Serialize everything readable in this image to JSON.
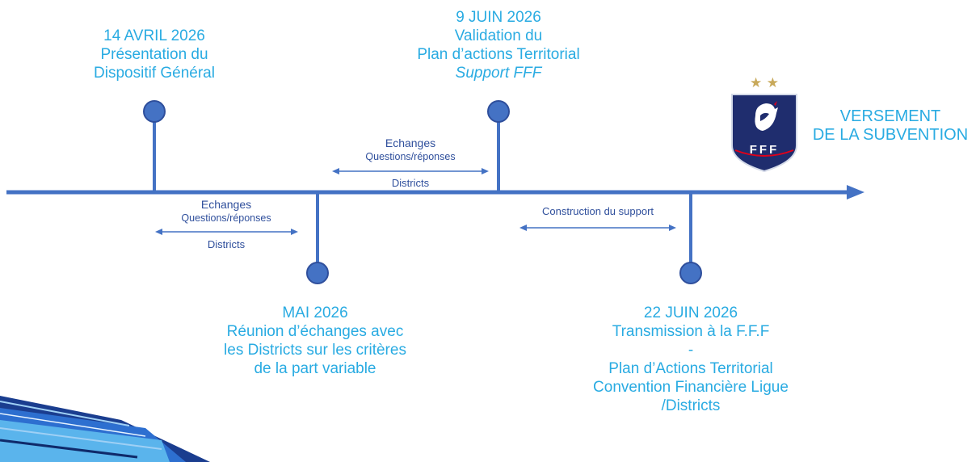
{
  "milestones": [
    {
      "id": "avril",
      "date": "14 AVRIL 2026",
      "lines": [
        "Présentation du",
        "Dispositif Général"
      ]
    },
    {
      "id": "juin9",
      "date": "9 JUIN 2026",
      "lines": [
        "Validation du",
        "Plan d’actions Territorial"
      ],
      "italic": "Support FFF"
    },
    {
      "id": "mai",
      "date": "MAI 2026",
      "lines": [
        "Réunion d’échanges avec",
        "les Districts sur les critères",
        "de la part variable"
      ]
    },
    {
      "id": "juin22",
      "date": "22 JUIN 2026",
      "lines": [
        "Transmission à la F.F.F",
        "-",
        "Plan d’Actions Territorial",
        "Convention Financière Ligue",
        "/Districts"
      ]
    }
  ],
  "exchanges": [
    {
      "id": "ex1",
      "title": "Echanges",
      "subtitle": "Questions/réponses",
      "who": "Districts"
    },
    {
      "id": "ex2",
      "title": "Echanges",
      "subtitle": "Questions/réponses",
      "who": "Districts"
    }
  ],
  "construction": {
    "label": "Construction du support"
  },
  "final": {
    "lines": [
      "VERSEMENT",
      "DE LA SUBVENTION"
    ]
  },
  "logo": {
    "text": "FFF",
    "stars": "★ ★",
    "icon": "fff-rooster-crest-icon"
  },
  "colors": {
    "line": "#4472c4",
    "dot_stroke": "#2f4f9c",
    "text_light": "#29abe2",
    "text_dark": "#2f4f9c",
    "shield": "#1f2d6e",
    "stars": "#c8a95a"
  }
}
